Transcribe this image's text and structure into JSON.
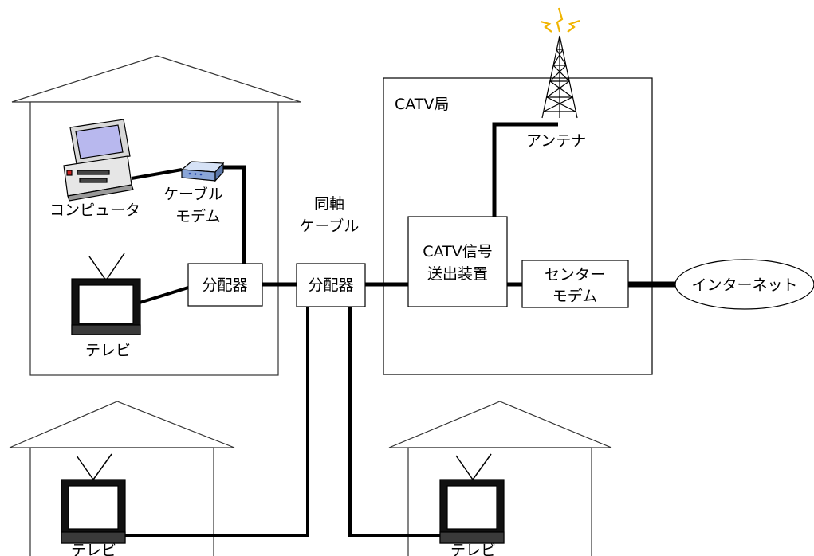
{
  "labels": {
    "catv_station": "CATV局",
    "antenna": "アンテナ",
    "computer": "コンピュータ",
    "cable_modem_line1": "ケーブル",
    "cable_modem_line2": "モデム",
    "splitter_home": "分配器",
    "splitter_main": "分配器",
    "coax_line1": "同軸",
    "coax_line2": "ケーブル",
    "signal_sender_line1": "CATV信号",
    "signal_sender_line2": "送出装置",
    "center_modem_line1": "センター",
    "center_modem_line2": "モデム",
    "internet": "インターネット",
    "tv_home": "テレビ",
    "tv_left": "テレビ",
    "tv_right": "テレビ"
  },
  "icons": {
    "antenna": "antenna-tower-icon",
    "computer": "desktop-computer-icon",
    "modem": "cable-modem-icon",
    "tv": "television-icon"
  },
  "colors": {
    "line": "#000000",
    "screen": "#b8b8ee",
    "spark": "#f0b400"
  }
}
